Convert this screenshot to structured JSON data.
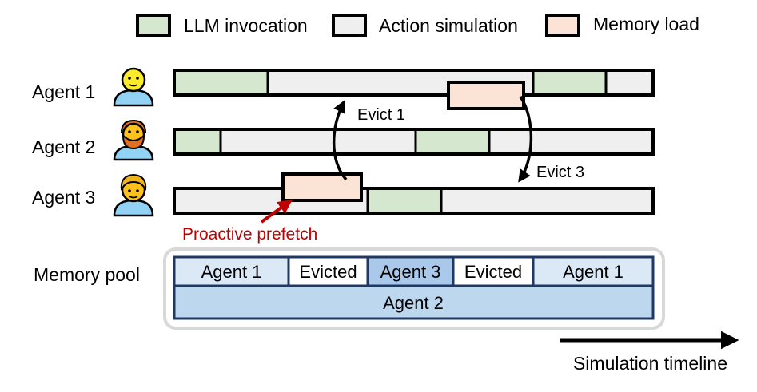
{
  "legend": {
    "items": [
      {
        "key": "llm",
        "label": "LLM invocation",
        "color": "#d5e8cf"
      },
      {
        "key": "action",
        "label": "Action simulation",
        "color": "#efefef"
      },
      {
        "key": "memory",
        "label": "Memory load",
        "color": "#fbe3d6"
      }
    ]
  },
  "agents": [
    {
      "label": "Agent 1",
      "avatar": "person-neutral-icon"
    },
    {
      "label": "Agent 2",
      "avatar": "bearded-person-icon"
    },
    {
      "label": "Agent 3",
      "avatar": "person-blond-icon"
    }
  ],
  "annotations": {
    "evict_1": "Evict 1",
    "evict_3": "Evict 3",
    "prefetch": "Proactive prefetch",
    "prefetch_color": "#c00000"
  },
  "memory_pool": {
    "label": "Memory pool",
    "row1": [
      "Agent 1",
      "Evicted",
      "Agent 3",
      "Evicted",
      "Agent 1"
    ],
    "row2": "Agent 2",
    "colors": {
      "agent1": "#dbe8f5",
      "evicted": "#ffffff",
      "agent3": "#a9c8ea",
      "agent2": "#bdd7ee",
      "border": "#1f3864"
    }
  },
  "timeline_label": "Simulation timeline"
}
